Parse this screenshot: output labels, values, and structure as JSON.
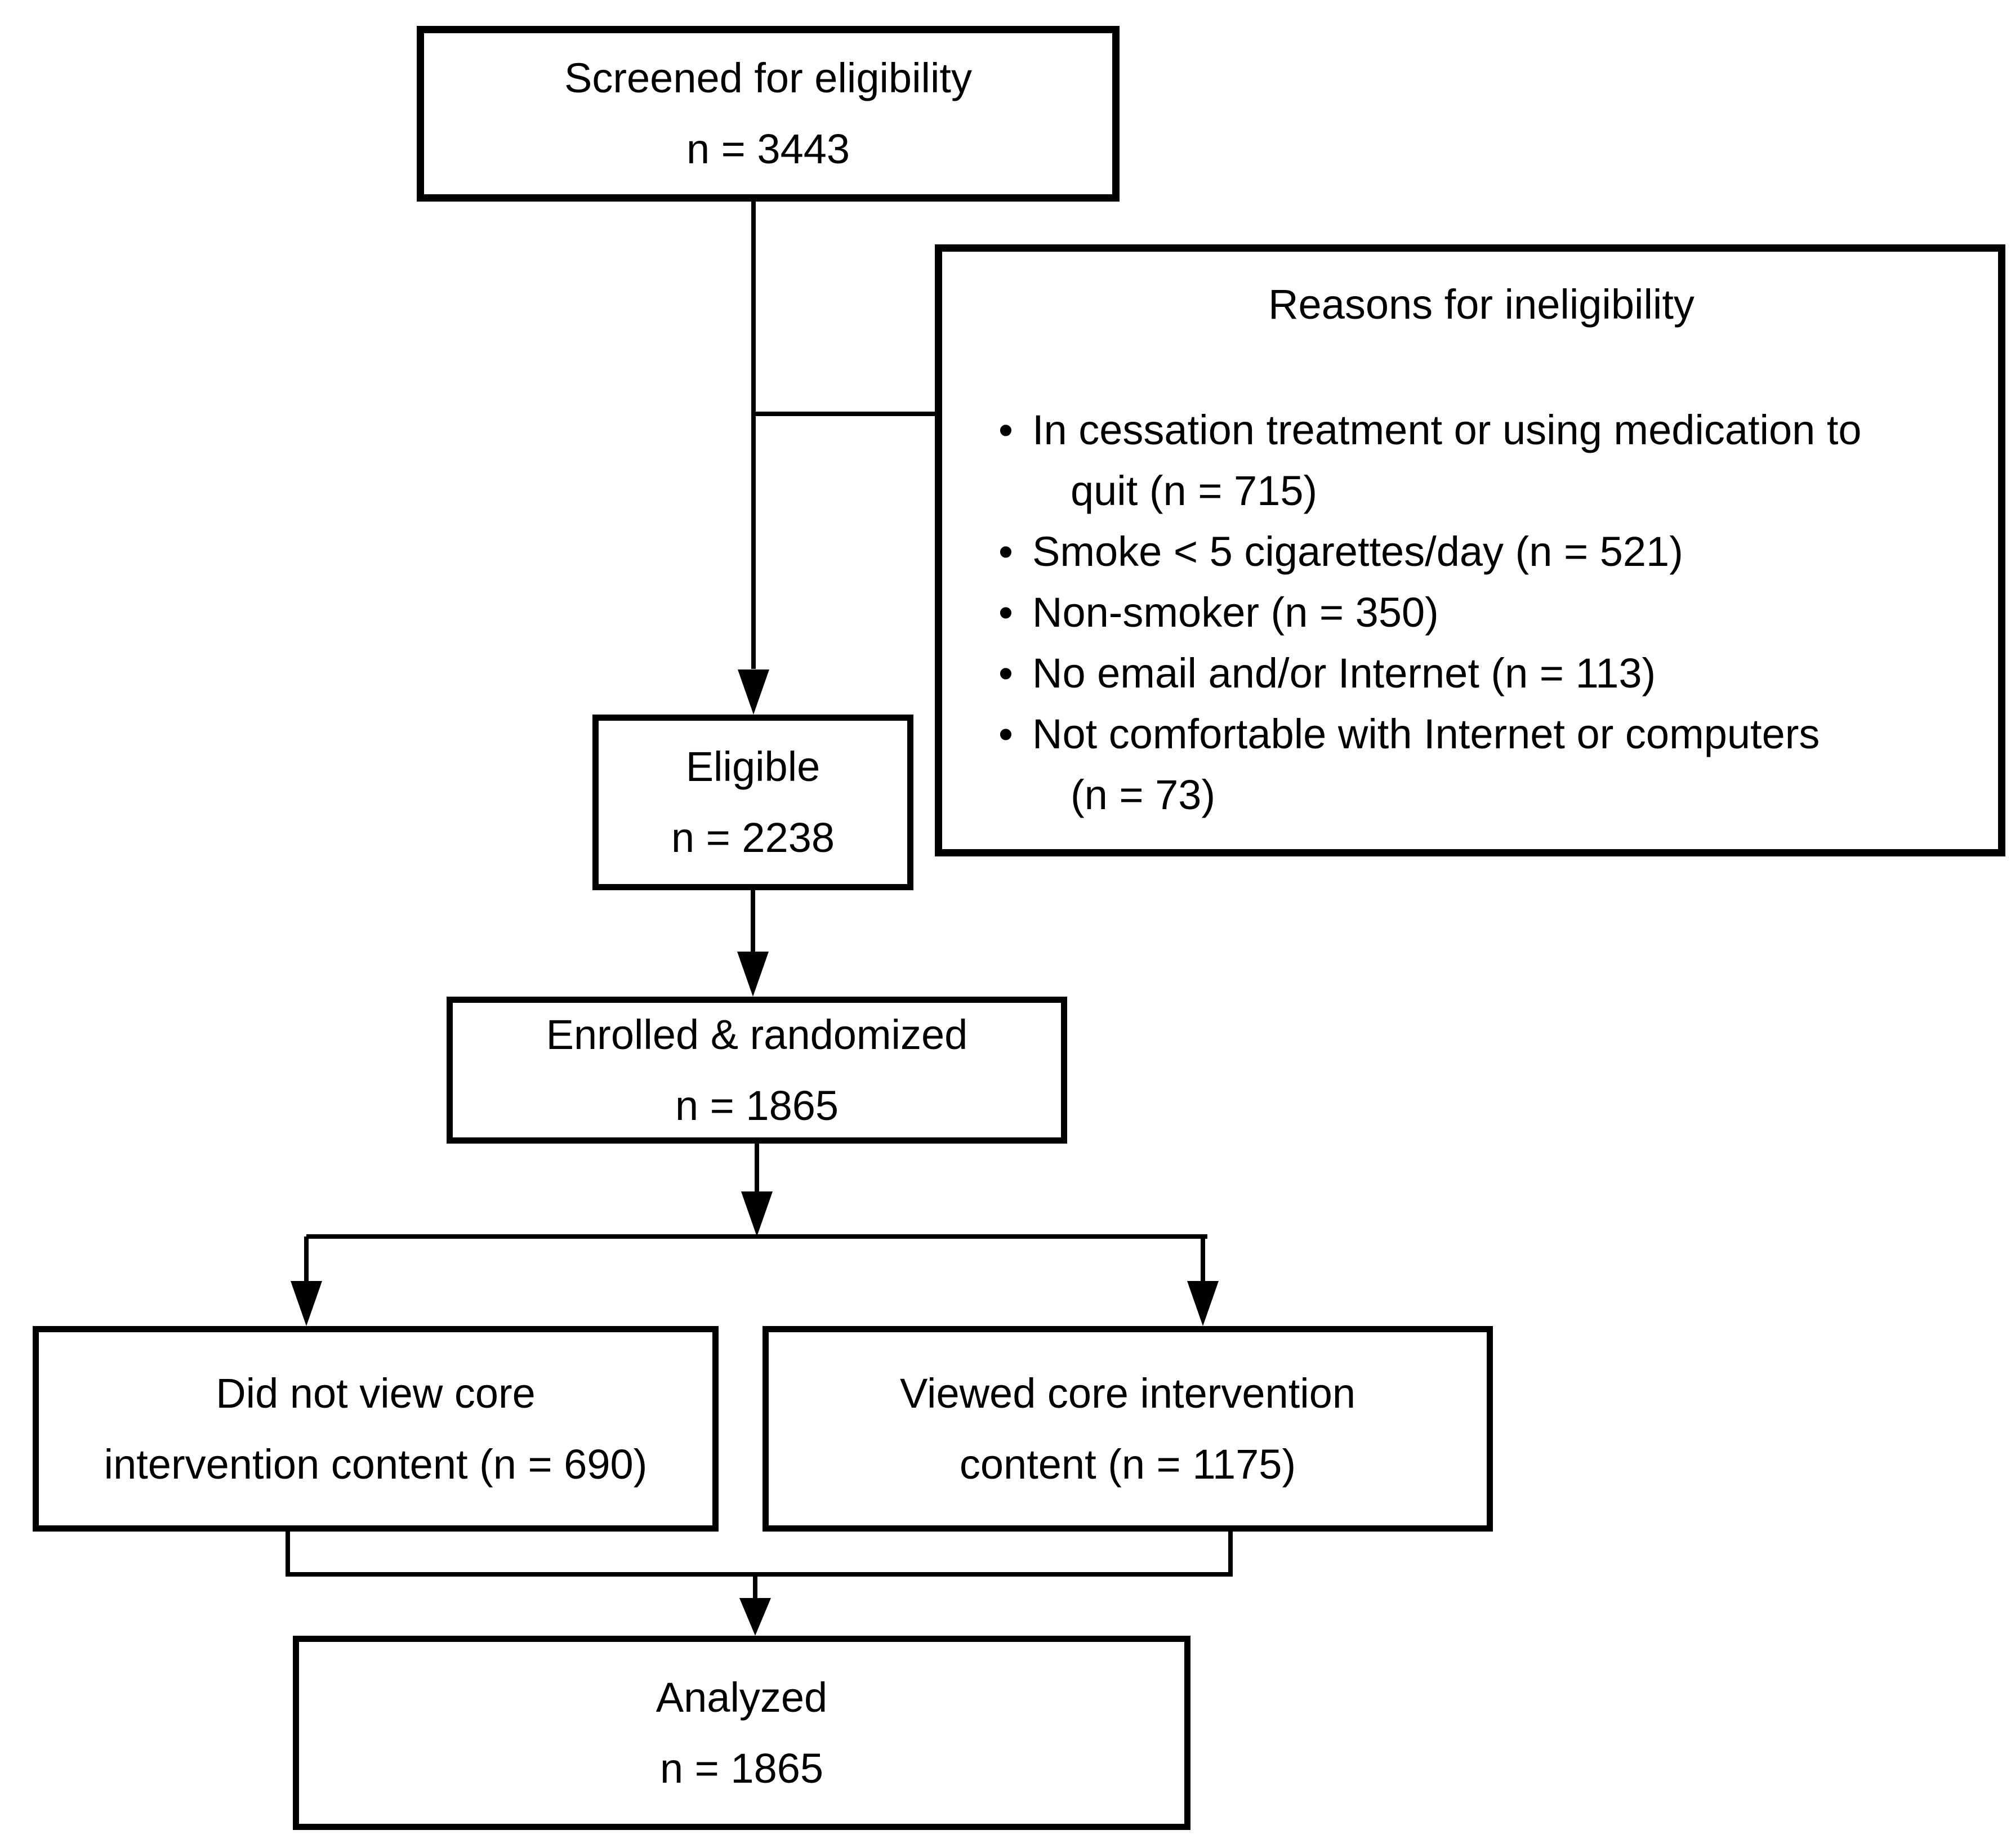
{
  "diagram_type": "consort-flowchart",
  "colors": {
    "line": "#000000",
    "text": "#000000",
    "background": "#ffffff"
  },
  "boxes": {
    "screened": {
      "line1": "Screened for eligibility",
      "line2": "n = 3443"
    },
    "eligible": {
      "line1": "Eligible",
      "line2": "n = 2238"
    },
    "enrolled": {
      "line1": "Enrolled & randomized",
      "line2": "n = 1865"
    },
    "not_viewed": {
      "line1": "Did not view core",
      "line2": "intervention content (n = 690)"
    },
    "viewed": {
      "line1": "Viewed core intervention",
      "line2": "content (n = 1175)"
    },
    "analyzed": {
      "line1": "Analyzed",
      "line2": "n = 1865"
    }
  },
  "reasons": {
    "title": "Reasons for ineligibility",
    "bullet_glyph": "•",
    "items": [
      {
        "line1": "In cessation treatment or using medication to",
        "line2": "quit (n = 715)"
      },
      {
        "line1": "Smoke < 5 cigarettes/day (n = 521)"
      },
      {
        "line1": "Non-smoker (n = 350)"
      },
      {
        "line1": "No email and/or Internet (n = 113)"
      },
      {
        "line1": "Not comfortable with Internet or computers",
        "line2": "(n = 73)"
      }
    ]
  }
}
